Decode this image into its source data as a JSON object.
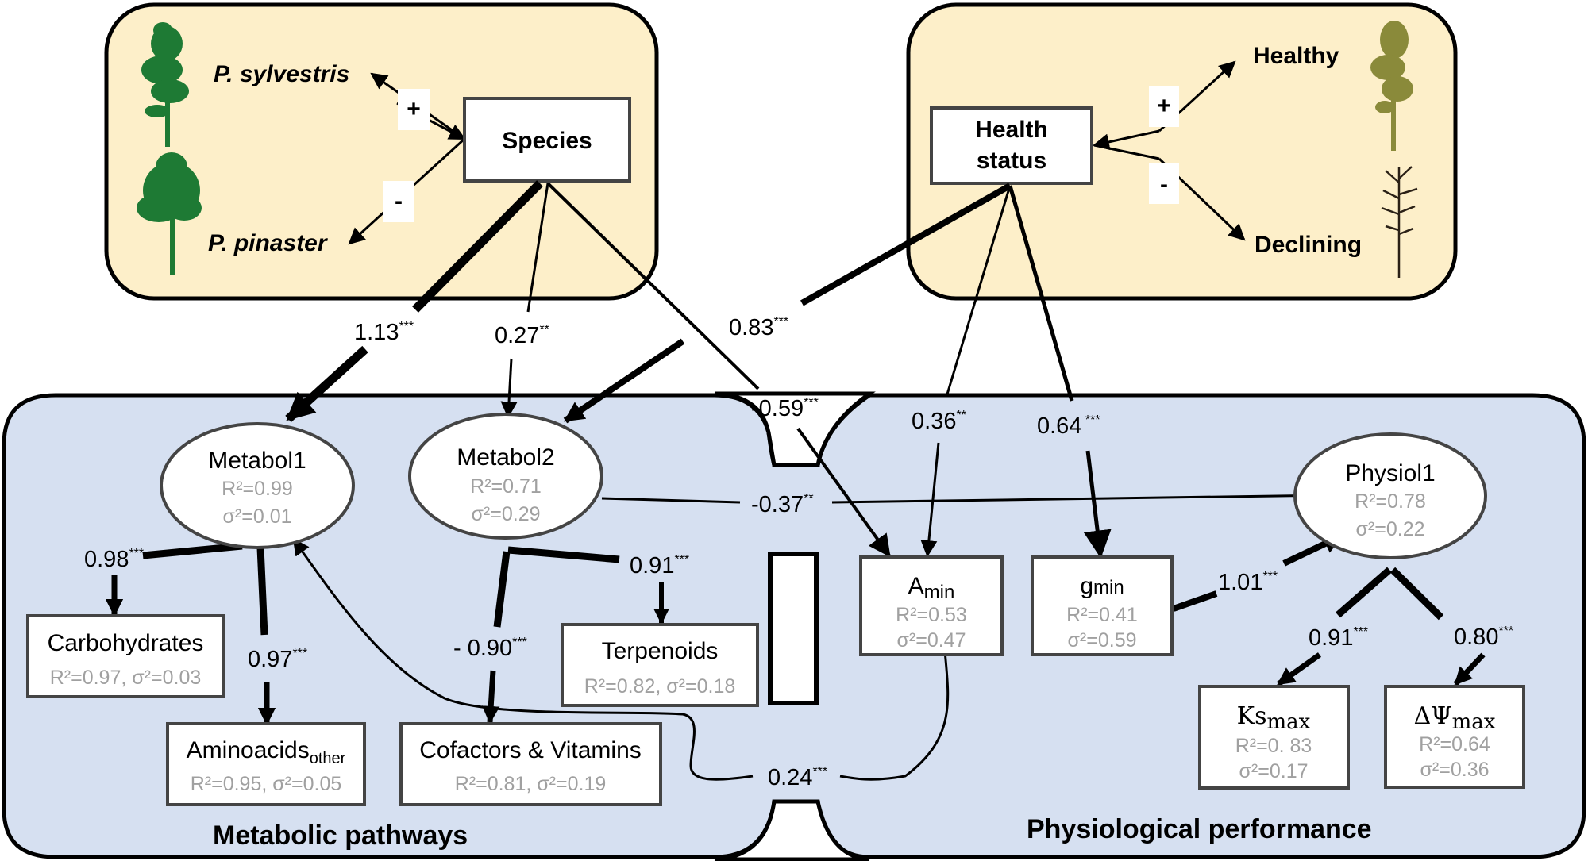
{
  "diagram": {
    "type": "structural-equation-model",
    "groups": {
      "species": {
        "node_label": "Species",
        "levels": [
          {
            "name": "P. sylvestris",
            "sign": "+",
            "icon": "pine-tree-icon"
          },
          {
            "name": "P. pinaster",
            "sign": "-",
            "icon": "pine-tree-icon"
          }
        ]
      },
      "health": {
        "node_label_line1": "Health",
        "node_label_line2": "status",
        "levels": [
          {
            "name": "Healthy",
            "sign": "+",
            "icon": "healthy-tree-icon"
          },
          {
            "name": "Declining",
            "sign": "-",
            "icon": "dead-tree-icon"
          }
        ]
      }
    },
    "sections": {
      "metabolic": "Metabolic pathways",
      "physiological": "Physiological performance"
    },
    "latent": {
      "metabol1": {
        "name": "Metabol1",
        "r2": "R²=0.99",
        "s2": "σ²=0.01"
      },
      "metabol2": {
        "name": "Metabol2",
        "r2": "R²=0.71",
        "s2": "σ²=0.29"
      },
      "physiol1": {
        "name": "Physiol1",
        "r2": "R²=0.78",
        "s2": "σ²=0.22"
      }
    },
    "observed": {
      "carbohydrates": {
        "name": "Carbohydrates",
        "stats": "R²=0.97, σ²=0.03"
      },
      "aminoacids": {
        "name": "Aminoacids",
        "sub": "other",
        "stats": "R²=0.95, σ²=0.05"
      },
      "cofactors": {
        "name": "Cofactors & Vitamins",
        "stats": "R²=0.81, σ²=0.19"
      },
      "terpenoids": {
        "name": "Terpenoids",
        "stats": "R²=0.82, σ²=0.18"
      },
      "amin": {
        "name": "A",
        "sub": "min",
        "r2": "R²=0.53",
        "s2": "σ²=0.47"
      },
      "gmin": {
        "name": "g",
        "sub": "min",
        "r2": "R²=0.41",
        "s2": "σ²=0.59"
      },
      "ksmax": {
        "name": "Ks",
        "sub": "max",
        "r2": "R²=0. 83",
        "s2": "σ²=0.17"
      },
      "dpsimax": {
        "name": "ΔΨ",
        "sub": "max",
        "r2": "R²=0.64",
        "s2": "σ²=0.36"
      }
    },
    "paths": [
      {
        "id": "species_metabol1",
        "from": "Species",
        "to": "Metabol1",
        "coef": "1.13",
        "sig": "***"
      },
      {
        "id": "species_metabol2",
        "from": "Species",
        "to": "Metabol2",
        "coef": "0.27",
        "sig": "**"
      },
      {
        "id": "health_metabol2",
        "from": "Health status",
        "to": "Metabol2",
        "coef": "0.83",
        "sig": "***"
      },
      {
        "id": "species_amin",
        "from": "Species",
        "to": "Amin",
        "coef": "-0.59",
        "sig": "***"
      },
      {
        "id": "health_amin",
        "from": "Health status",
        "to": "Amin",
        "coef": "0.36",
        "sig": "**"
      },
      {
        "id": "health_gmin",
        "from": "Health status",
        "to": "gmin",
        "coef": "0.64",
        "sig": " ***"
      },
      {
        "id": "metabol2_physiol1",
        "from": "Metabol2",
        "to": "Physiol1",
        "coef": "-0.37",
        "sig": "**"
      },
      {
        "id": "gmin_physiol1",
        "from": "gmin",
        "to": "Physiol1",
        "coef": "1.01",
        "sig": "***"
      },
      {
        "id": "metabol1_carbohydrates",
        "from": "Metabol1",
        "to": "Carbohydrates",
        "coef": "0.98",
        "sig": "***"
      },
      {
        "id": "metabol1_aminoacids",
        "from": "Metabol1",
        "to": "Aminoacids other",
        "coef": "0.97",
        "sig": "***"
      },
      {
        "id": "metabol2_cofactors",
        "from": "Metabol2",
        "to": "Cofactors & Vitamins",
        "coef": "- 0.90",
        "sig": "***"
      },
      {
        "id": "metabol2_terpenoids",
        "from": "Metabol2",
        "to": "Terpenoids",
        "coef": "0.91",
        "sig": "***"
      },
      {
        "id": "physiol1_ksmax",
        "from": "Physiol1",
        "to": "Ksmax",
        "coef": "0.91",
        "sig": "***"
      },
      {
        "id": "physiol1_dpsimax",
        "from": "Physiol1",
        "to": "ΔΨmax",
        "coef": "0.80",
        "sig": "***"
      },
      {
        "id": "amin_metabol1",
        "from": "Amin",
        "to": "Metabol1",
        "coef": "0.24",
        "sig": "***"
      }
    ],
    "colors": {
      "group_panel": "#fdefc9",
      "section_panel": "#d6e0f1",
      "tree_green": "#1e7a34",
      "tree_olive": "#8a8a3a",
      "tree_dead": "#2a2016",
      "stat_grey": "#a0a0a0"
    }
  }
}
